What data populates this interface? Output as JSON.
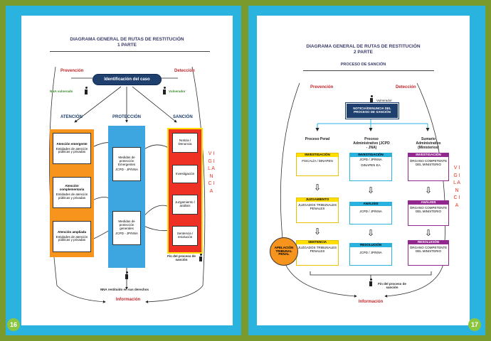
{
  "left": {
    "page_number": "16",
    "title_line1": "DIAGRAMA GENERAL DE RUTAS DE RESTITUCIÓN",
    "title_line2": "1 PARTE",
    "prevencion": "Prevención",
    "deteccion": "Detección",
    "case_id": "Identificación del caso",
    "nna_vulnerado": "NNA vulnerado",
    "vulnerador": "Vulnerador",
    "col_atencion": "ATENCIÓN",
    "col_proteccion": "PROTECCIÓN",
    "col_sancion": "SANCIÓN",
    "atencion_boxes": [
      {
        "head": "Atención emergente",
        "body": "Entidades de atención públicas y privadas"
      },
      {
        "head": "Atención complementaria",
        "body": "Entidades de atención públicas y privadas"
      },
      {
        "head": "Atención ampliada",
        "body": "Entidades de atención públicas y privadas"
      }
    ],
    "proteccion_boxes": [
      {
        "head": "Medidas de protección Emergentes",
        "body": "JCPD - JP/NNA"
      },
      {
        "head": "Medidas de protección generales",
        "body": "JCPD - JP/NNA"
      }
    ],
    "sancion_boxes": [
      "Noticia / Denuncia",
      "Investigación",
      "Juzgamiento / análisis",
      "Sentencia / resolución"
    ],
    "vigilancia": "V I G I L A N C I A",
    "fin_proceso": "Fin del proceso de sanción",
    "nna_restituido": "NNA restituido en sus derechos",
    "informacion": "Información"
  },
  "right": {
    "page_number": "17",
    "title_line1": "DIAGRAMA GENERAL DE RUTAS DE RESTITUCIÓN",
    "title_line2": "2 PARTE",
    "subtitle": "PROCESO DE SANCIÓN",
    "prevencion": "Prevención",
    "deteccion": "Detección",
    "vulnerador": "Vulnerador",
    "noticia": "NOTICIA/DENUNCIA DEL PROCESO DE SANCIÓN",
    "col1": "Proceso Penal",
    "col2": "Proceso Administrativo (JCPD - JNA)",
    "col3": "Sumario Administrativo (Ministerios)",
    "penal": [
      {
        "head": "INVESTIGACIÓN",
        "body": "FISCALÍA / DINAPEN"
      },
      {
        "head": "JUZGAMIENTO",
        "body": "JUZGADOS TRIBUNALES PENALES"
      },
      {
        "head": "SENTENCIA",
        "body": "JUZGADOS TRIBUNALES PENALES"
      }
    ],
    "admin": [
      {
        "head": "INVESTIGACIÓN",
        "body": "JCPD / JP/NNA",
        "body2": "DINAPEN EA"
      },
      {
        "head": "ANÁLISIS",
        "body": "JCPD / JP/NNA"
      },
      {
        "head": "RESOLUCIÓN",
        "body": "JCPD / JP/NNA"
      }
    ],
    "sumario": [
      {
        "head": "INVESTIGACIÓN",
        "body": "ÓRGANO COMPETENTE DEL MINISTERIO"
      },
      {
        "head": "ANÁLISIS",
        "body": "ÓRGANO COMPETENTE DEL MINISTERIO"
      },
      {
        "head": "RESOLUCIÓN",
        "body": "ÓRGANO COMPETENTE DEL MINISTERIO"
      }
    ],
    "apelacion": "APELACIÓN TRIBUNAL PENAL",
    "vigilancia": "V I G I L A N C I A",
    "fin_proceso": "Fin del proceso de sanción",
    "informacion": "Información"
  }
}
